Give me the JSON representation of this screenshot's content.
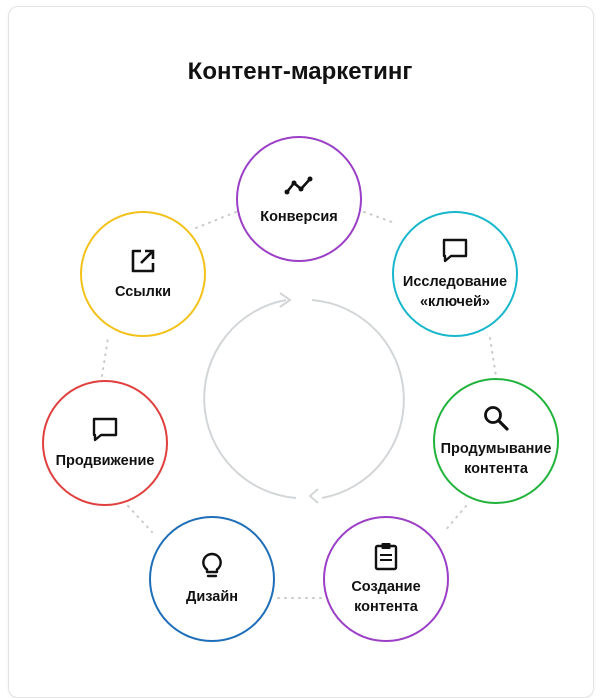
{
  "title": "Контент-маркетинг",
  "nodes": [
    {
      "id": "conversion",
      "label": "Конверсия",
      "icon": "trend-line-icon",
      "color": "#9b3fc6"
    },
    {
      "id": "keyword-research",
      "label": "Исследование\n«ключей»",
      "icon": "speech-bubble-icon",
      "color": "#19b7cc"
    },
    {
      "id": "content-planning",
      "label": "Продумывание\nконтента",
      "icon": "magnifier-icon",
      "color": "#22b33b"
    },
    {
      "id": "content-creation",
      "label": "Создание\nконтента",
      "icon": "clipboard-icon",
      "color": "#9b3fc6"
    },
    {
      "id": "design",
      "label": "Дизайн",
      "icon": "lightbulb-icon",
      "color": "#1f6fb8"
    },
    {
      "id": "promotion",
      "label": "Продвижение",
      "icon": "speech-bubble-icon",
      "color": "#e0403e"
    },
    {
      "id": "links",
      "label": "Ссылки",
      "icon": "external-link-icon",
      "color": "#f3c21a"
    }
  ]
}
